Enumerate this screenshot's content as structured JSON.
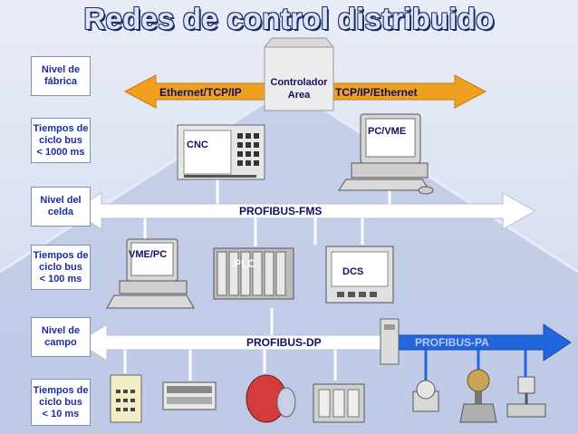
{
  "title": "Redes de control distribuido",
  "levels": [
    {
      "name": "Nivel de\nfábrica",
      "time": "Tiempos de\nciclo bus\n< 1000 ms"
    },
    {
      "name": "Nivel del\ncelda",
      "time": "Tiempos de\nciclo bus\n< 100 ms"
    },
    {
      "name": "Nivel de\ncampo",
      "time": "Tiempos de\nciclo bus\n< 10 ms"
    }
  ],
  "networks": {
    "ethernet_left": "Ethernet/TCP/IP",
    "controller": "Controlador\nArea",
    "ethernet_right": "TCP/IP/Ethernet",
    "fms": "PROFIBUS-FMS",
    "dp": "PROFIBUS-DP",
    "pa": "PROFIBUS-PA"
  },
  "devices": {
    "cnc": "CNC",
    "pcvme": "PC/VME",
    "vmepc": "VME/PC",
    "plc": "PLC",
    "dcs": "DCS"
  },
  "colors": {
    "ethernet_arrow": "#f0a020",
    "bus_arrow": "#ffffff",
    "pa_arrow": "#2266dd",
    "title_text": "#dbe4f8",
    "label_text": "#1c2ca0"
  }
}
